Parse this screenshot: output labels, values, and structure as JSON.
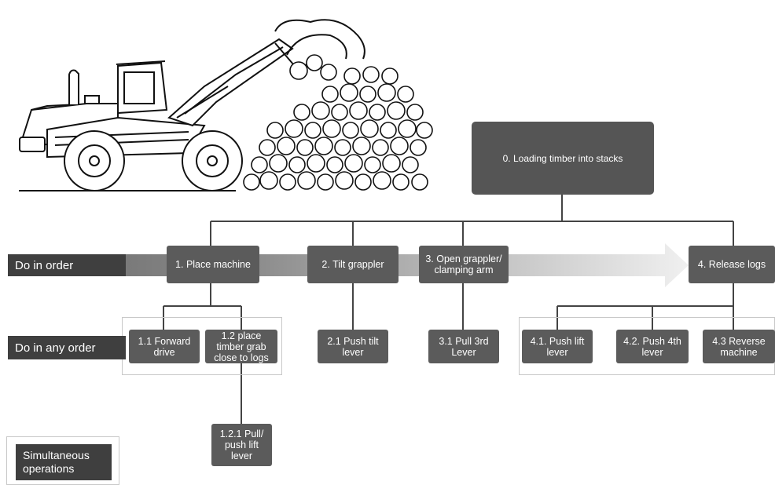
{
  "root": {
    "label": "0. Loading timber into stacks"
  },
  "rows": {
    "order_label": "Do in order",
    "any_order_label": "Do in any order",
    "simultaneous_label": "Simultaneous operations"
  },
  "tasks": [
    {
      "label": "1. Place machine"
    },
    {
      "label": "2. Tilt grappler"
    },
    {
      "label": "3. Open grappler/ clamping arm"
    },
    {
      "label": "4. Release logs"
    }
  ],
  "subtasks": {
    "t1_1": "1.1 Forward drive",
    "t1_2": "1.2 place timber grab close to logs",
    "t1_2_1": "1.2.1 Pull/ push lift lever",
    "t2_1": "2.1 Push tilt lever",
    "t3_1": "3.1 Pull 3rd Lever",
    "t4_1": "4.1. Push lift lever",
    "t4_2": "4.2. Push 4th lever",
    "t4_3": "4.3 Reverse machine"
  },
  "illustration": {
    "subject": "wheel-loader-with-log-grapple-icon"
  }
}
